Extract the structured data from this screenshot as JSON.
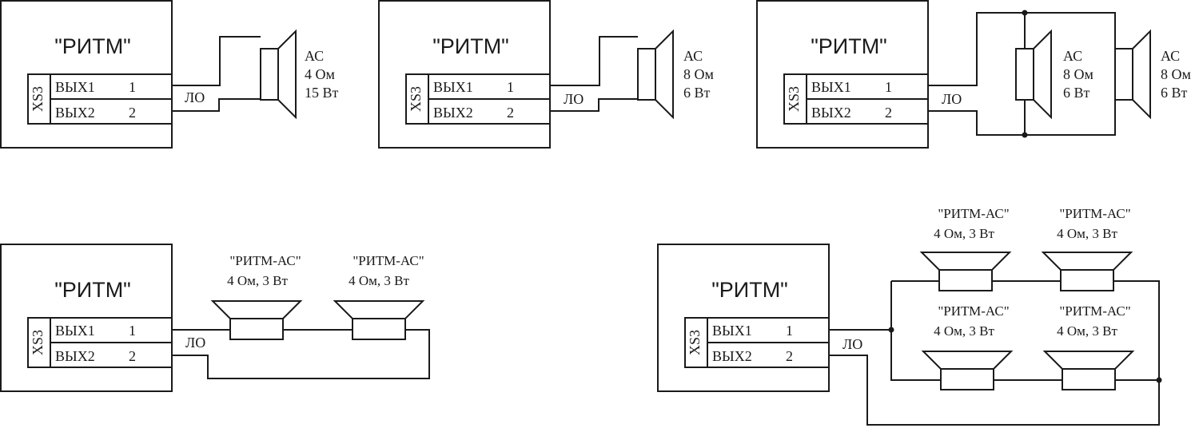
{
  "device": {
    "title": "\"РИТМ\"",
    "connector": "XS3",
    "out1_label": "ВЫХ1",
    "out1_pin": "1",
    "out2_label": "ВЫХ2",
    "out2_pin": "2",
    "line_label": "ЛО"
  },
  "speaker": {
    "ac_label": "АС",
    "ritm_ac_label": "\"РИТМ-АС\"",
    "ritm_ac_spec": "4 Ом, 3 Вт"
  },
  "schemes": [
    {
      "id": "A",
      "ac_ohm": "4 Ом",
      "ac_watt": "15 Вт"
    },
    {
      "id": "B",
      "ac_ohm": "8 Ом",
      "ac_watt": "6 Вт"
    },
    {
      "id": "C",
      "ac_ohm": "8 Ом",
      "ac_watt": "6 Вт",
      "ac2_ohm": "8 Ом",
      "ac2_watt": "6 Вт"
    },
    {
      "id": "D"
    },
    {
      "id": "E"
    }
  ]
}
